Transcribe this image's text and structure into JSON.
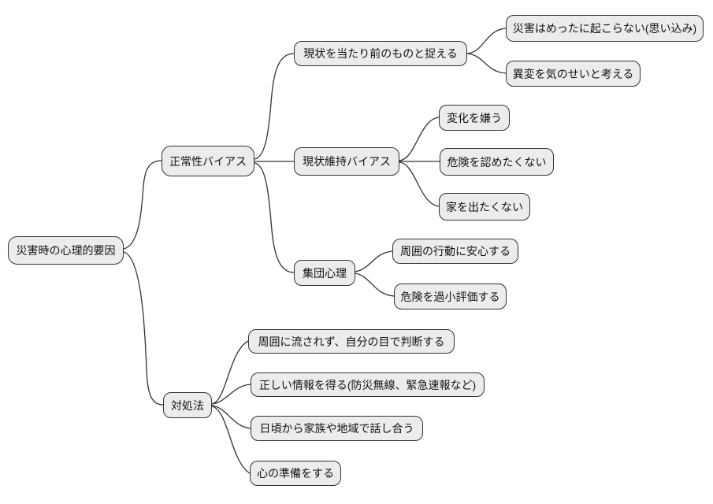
{
  "diagram": {
    "type": "mindmap",
    "title": "災害時の心理的要因",
    "colors": {
      "background": "#ffffff",
      "node_fill": "#ececec",
      "node_border": "#333333",
      "edge": "#333333",
      "text": "#111111"
    },
    "root": {
      "label": "災害時の心理的要因"
    },
    "branches": [
      {
        "label": "正常性バイアス",
        "children": [
          {
            "label": "現状を当たり前のものと捉える",
            "children": [
              {
                "label": "災害はめったに起こらない(思い込み)"
              },
              {
                "label": "異変を気のせいと考える"
              }
            ]
          },
          {
            "label": "現状維持バイアス",
            "children": [
              {
                "label": "変化を嫌う"
              },
              {
                "label": "危険を認めたくない"
              },
              {
                "label": "家を出たくない"
              }
            ]
          },
          {
            "label": "集団心理",
            "children": [
              {
                "label": "周囲の行動に安心する"
              },
              {
                "label": "危険を過小評価する"
              }
            ]
          }
        ]
      },
      {
        "label": "対処法",
        "children": [
          {
            "label": "周囲に流されず、自分の目で判断する"
          },
          {
            "label": "正しい情報を得る(防災無線、緊急速報など)"
          },
          {
            "label": "日頃から家族や地域で話し合う"
          },
          {
            "label": "心の準備をする"
          }
        ]
      }
    ]
  }
}
